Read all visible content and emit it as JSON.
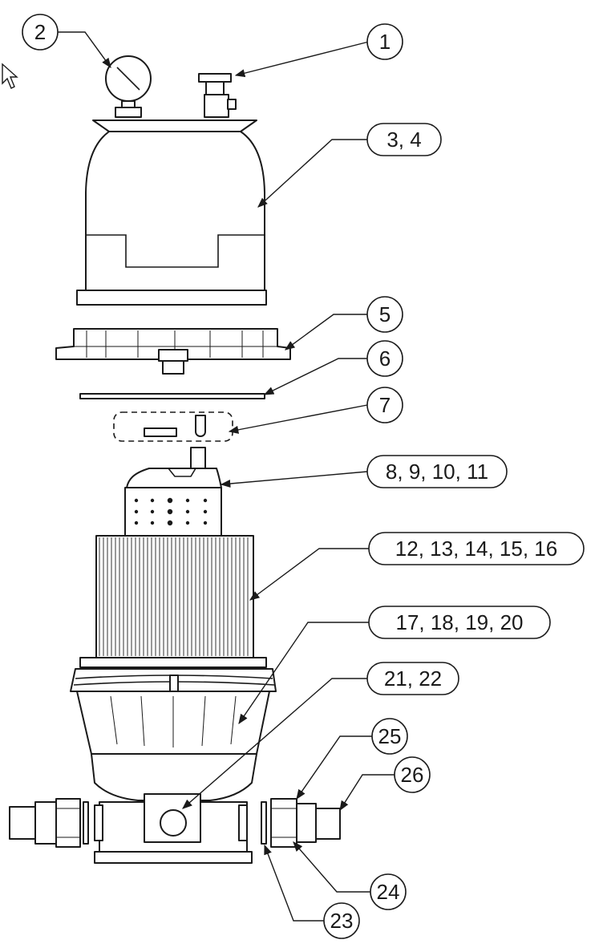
{
  "callouts": {
    "c1": "1",
    "c2": "2",
    "c3": "3, 4",
    "c5": "5",
    "c6": "6",
    "c7": "7",
    "c8": "8, 9, 10, 11",
    "c12": "12, 13, 14, 15, 16",
    "c17": "17, 18, 19, 20",
    "c21": "21, 22",
    "c23": "23",
    "c24": "24",
    "c25": "25",
    "c26": "26"
  },
  "colors": {
    "line": "#1a1a1a",
    "background": "#ffffff"
  }
}
